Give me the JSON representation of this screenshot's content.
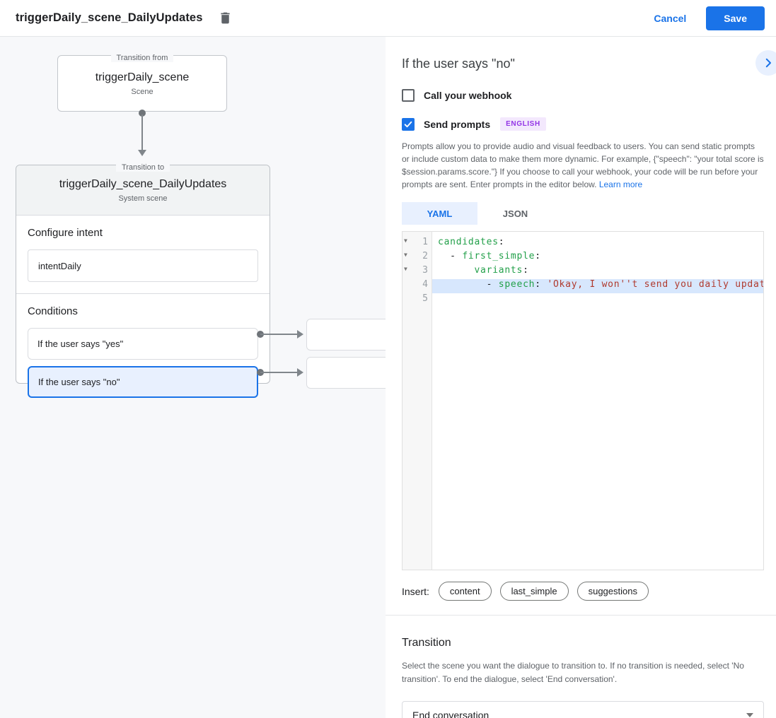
{
  "header": {
    "title": "triggerDaily_scene_DailyUpdates",
    "cancel_label": "Cancel",
    "save_label": "Save"
  },
  "diagram": {
    "from_node": {
      "legend": "Transition from",
      "title": "triggerDaily_scene",
      "subtitle": "Scene"
    },
    "to_node": {
      "legend": "Transition to",
      "title": "triggerDaily_scene_DailyUpdates",
      "subtitle": "System scene",
      "configure_intent_label": "Configure intent",
      "intent_value": "intentDaily",
      "conditions_label": "Conditions",
      "conditions": [
        {
          "label": "If the user says \"yes\"",
          "selected": false
        },
        {
          "label": "If the user says \"no\"",
          "selected": true
        }
      ]
    }
  },
  "panel": {
    "title": "If the user says \"no\"",
    "webhook": {
      "label": "Call your webhook",
      "checked": false
    },
    "send_prompts": {
      "label": "Send prompts",
      "badge": "ENGLISH",
      "checked": true
    },
    "description": "Prompts allow you to provide audio and visual feedback to users. You can send static prompts or include custom data to make them more dynamic. For example, {\"speech\": \"your total score is $session.params.score.\"} If you choose to call your webhook, your code will be run before your prompts are sent. Enter prompts in the editor below. ",
    "learn_more": "Learn more",
    "tabs": [
      {
        "label": "YAML",
        "active": true
      },
      {
        "label": "JSON",
        "active": false
      }
    ],
    "editor": {
      "line_numbers": [
        "1",
        "2",
        "3",
        "4",
        "5"
      ],
      "lines": [
        {
          "indent": "",
          "key": "candidates",
          "sep": ":"
        },
        {
          "indent": "  - ",
          "key": "first_simple",
          "sep": ":"
        },
        {
          "indent": "      ",
          "key": "variants",
          "sep": ":"
        },
        {
          "indent": "        - ",
          "key": "speech",
          "sep": ": ",
          "string": "'Okay, I won''t send you daily updates.'"
        }
      ]
    },
    "insert": {
      "label": "Insert:",
      "chips": [
        "content",
        "last_simple",
        "suggestions"
      ]
    },
    "transition": {
      "title": "Transition",
      "description": "Select the scene you want the dialogue to transition to. If no transition is needed, select 'No transition'. To end the dialogue, select 'End conversation'.",
      "selected_value": "End conversation"
    }
  },
  "colors": {
    "accent_blue": "#1a73e8",
    "selection_blue_bg": "#e8f0fe",
    "badge_purple_bg": "#f3e8fd",
    "badge_purple_text": "#9334e6",
    "code_key_green": "#23a04a",
    "code_string_red": "#b03a2e",
    "code_active_line": "#d7e7fd"
  }
}
